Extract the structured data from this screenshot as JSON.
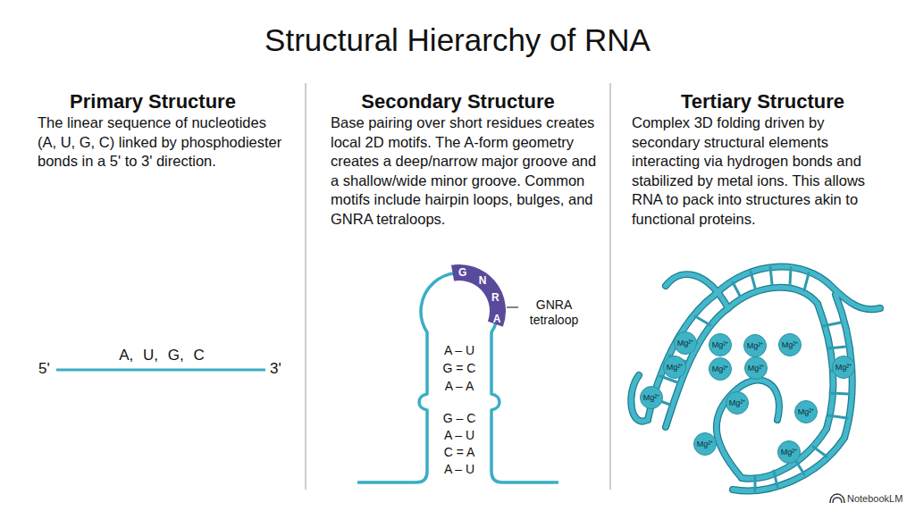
{
  "diagram": {
    "title": "Structural Hierarchy of RNA",
    "nodes": [
      {
        "text": [
          "G",
          "N",
          "R",
          "A"
        ]
      },
      {
        "text": [
          "Mg²⁺"
        ]
      },
      {
        "text": [
          "Mg²⁺"
        ]
      },
      {
        "text": [
          "Mg²⁺"
        ]
      },
      {
        "text": [
          "Mg²⁺"
        ]
      },
      {
        "text": [
          "Mg²⁺"
        ]
      },
      {
        "text": [
          "Mg²⁺"
        ]
      },
      {
        "text": [
          "Mg²⁺"
        ]
      },
      {
        "text": [
          "Mg²⁺"
        ]
      },
      {
        "text": [
          "Mg²⁺"
        ]
      },
      {
        "text": [
          "Mg²⁺"
        ]
      },
      {
        "text": [
          "Mg²⁺"
        ]
      },
      {
        "text": [
          "Mg²⁺"
        ]
      },
      {
        "text": [
          "Mg²⁺"
        ]
      }
    ],
    "labels": [
      "Primary Structure",
      "The linear sequence of nucleotides (A, U, G, C) linked by phosphodiester bonds in a 5' to 3' direction.",
      "Secondary Structure",
      "Base pairing over short residues creates local 2D motifs. The A-form geometry creates a deep/narrow major groove and a shallow/wide minor groove. Common motifs include hairpin loops, bulges, and GNRA tetraloops.",
      "Tertiary Structure",
      "Complex 3D folding driven by secondary structural elements interacting via hydrogen bonds and stabilized by metal ions. This allows RNA to pack into structures akin to functional proteins.",
      "5'",
      "A, U, G, C",
      "3'",
      "GNRA tetraloop",
      "A – U",
      "G = C",
      "A – A",
      "G – C",
      "A – U",
      "C = A",
      "A – U",
      "NotebookLM"
    ]
  }
}
